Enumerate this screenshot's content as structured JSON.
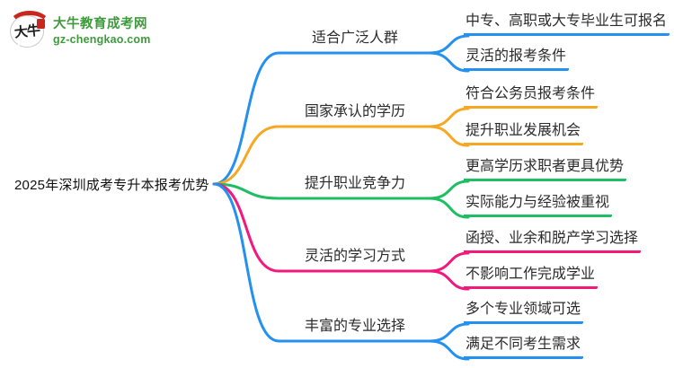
{
  "logo": {
    "icon_text": "大牛",
    "title": "大牛教育成考网",
    "domain": "gz-chengkao.com",
    "brand_green": "#3e9b3c",
    "seal_red": "#c8271e"
  },
  "root": {
    "label": "2025年深圳成考专升本报考优势"
  },
  "colors": {
    "blue": "#2490ef",
    "orange": "#f7a823",
    "green": "#1fbe63",
    "pink": "#f2187c"
  },
  "branches": [
    {
      "label": "适合广泛人群",
      "color": "#2490ef",
      "children": [
        "中专、高职或大专毕业生可报名",
        "灵活的报考条件"
      ]
    },
    {
      "label": "国家承认的学历",
      "color": "#f7a823",
      "children": [
        "符合公务员报考条件",
        "提升职业发展机会"
      ]
    },
    {
      "label": "提升职业竞争力",
      "color": "#1fbe63",
      "children": [
        "更高学历求职者更具优势",
        "实际能力与经验被重视"
      ]
    },
    {
      "label": "灵活的学习方式",
      "color": "#f2187c",
      "children": [
        "函授、业余和脱产学习选择",
        "不影响工作完成学业"
      ]
    },
    {
      "label": "丰富的专业选择",
      "color": "#2490ef",
      "children": [
        "多个专业领域可选",
        "满足不同考生需求"
      ]
    }
  ]
}
